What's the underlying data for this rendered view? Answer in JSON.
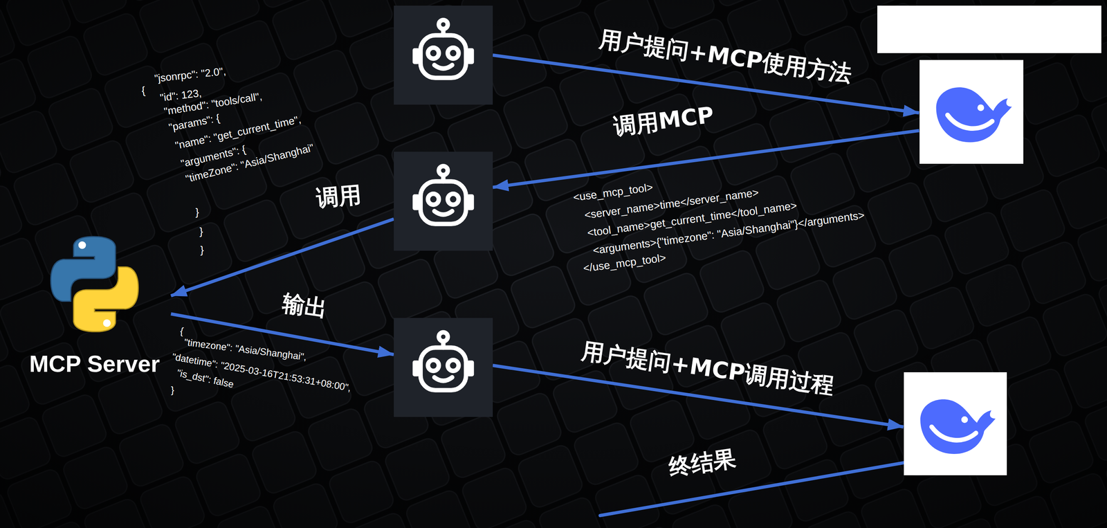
{
  "diagram": {
    "nodes": [
      {
        "text": []
      },
      {
        "text": []
      },
      {
        "text": []
      },
      {
        "text": [
          "MCP Server"
        ]
      },
      {
        "text": []
      },
      {
        "text": []
      }
    ],
    "edges": [
      {
        "from": 0,
        "to": 1,
        "label": "用户提问+MCP使用方法",
        "arrow": "to"
      },
      {
        "from": 1,
        "to": 2,
        "label": "调用MCP",
        "arrow": "to"
      },
      {
        "from": 2,
        "to": 3,
        "label": "调用",
        "arrow": "to"
      },
      {
        "from": 3,
        "to": 4,
        "label": "输出",
        "arrow": "to"
      },
      {
        "from": 4,
        "to": 5,
        "label": "用户提问+MCP调用过程",
        "arrow": "to"
      }
    ],
    "labels": [
      "{",
      "\"jsonrpc\": \"2.0\",",
      "\"id\": 123,",
      "\"method\": \"tools/call\",",
      "\"params\": {",
      "\"name\": \"get_current_time\",",
      "\"arguments\": {",
      "\"timeZone\": \"Asia/Shanghai\"",
      "}",
      "}",
      "}",
      "<use_mcp_tool>",
      "<server_name>time</server_name>",
      "<tool_name>get_current_time</tool_name>",
      "<arguments>{\"timezone\": \"Asia/Shanghai\"}</arguments>",
      "</use_mcp_tool>",
      "{",
      "\"timezone\": \"Asia/Shanghai\",",
      "\"datetime\": \"2025-03-16T21:53:31+08:00\",",
      "\"is_dst\": false",
      "}",
      "终结果"
    ]
  }
}
